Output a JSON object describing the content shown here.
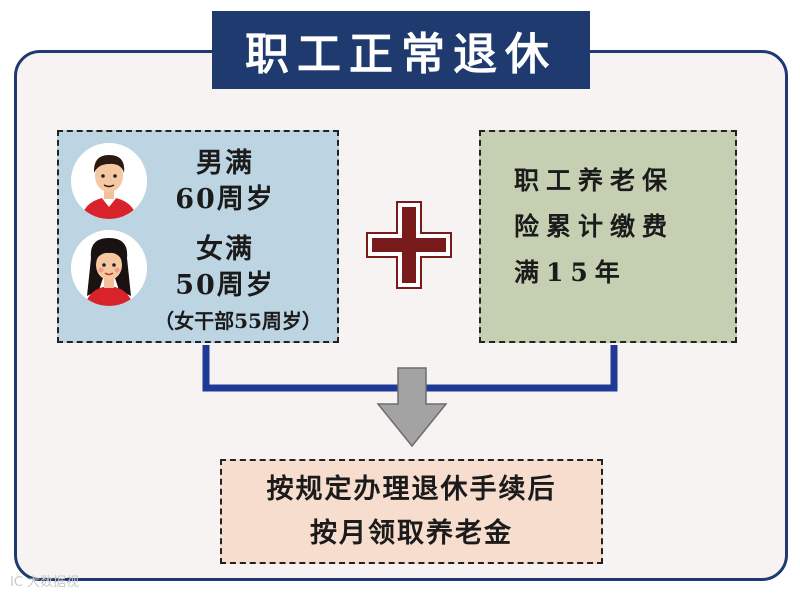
{
  "title": "职工正常退休",
  "conditions": {
    "male": {
      "lines": [
        "男满",
        "60周岁"
      ]
    },
    "female": {
      "lines": [
        "女满",
        "50周岁"
      ],
      "note": "（女干部55周岁）"
    }
  },
  "contribution": {
    "lines": [
      "职工养老保",
      "险累计缴费",
      "满15年"
    ]
  },
  "result": {
    "lines": [
      "按规定办理退休手续后",
      "按月领取养老金"
    ]
  },
  "watermark": "IC 大数据视",
  "colors": {
    "title_bg": "#1e3a6e",
    "frame_border": "#1f3a72",
    "left_box": "#bdd5e2",
    "right_box": "#c5d0b2",
    "bottom_box": "#f7ddcd",
    "plus": "#7a1b1b",
    "connector": "#1f3a96",
    "arrow": "#9a9a9a"
  },
  "icons": [
    "male-avatar-icon",
    "female-avatar-icon",
    "plus-icon",
    "down-arrow-icon"
  ]
}
